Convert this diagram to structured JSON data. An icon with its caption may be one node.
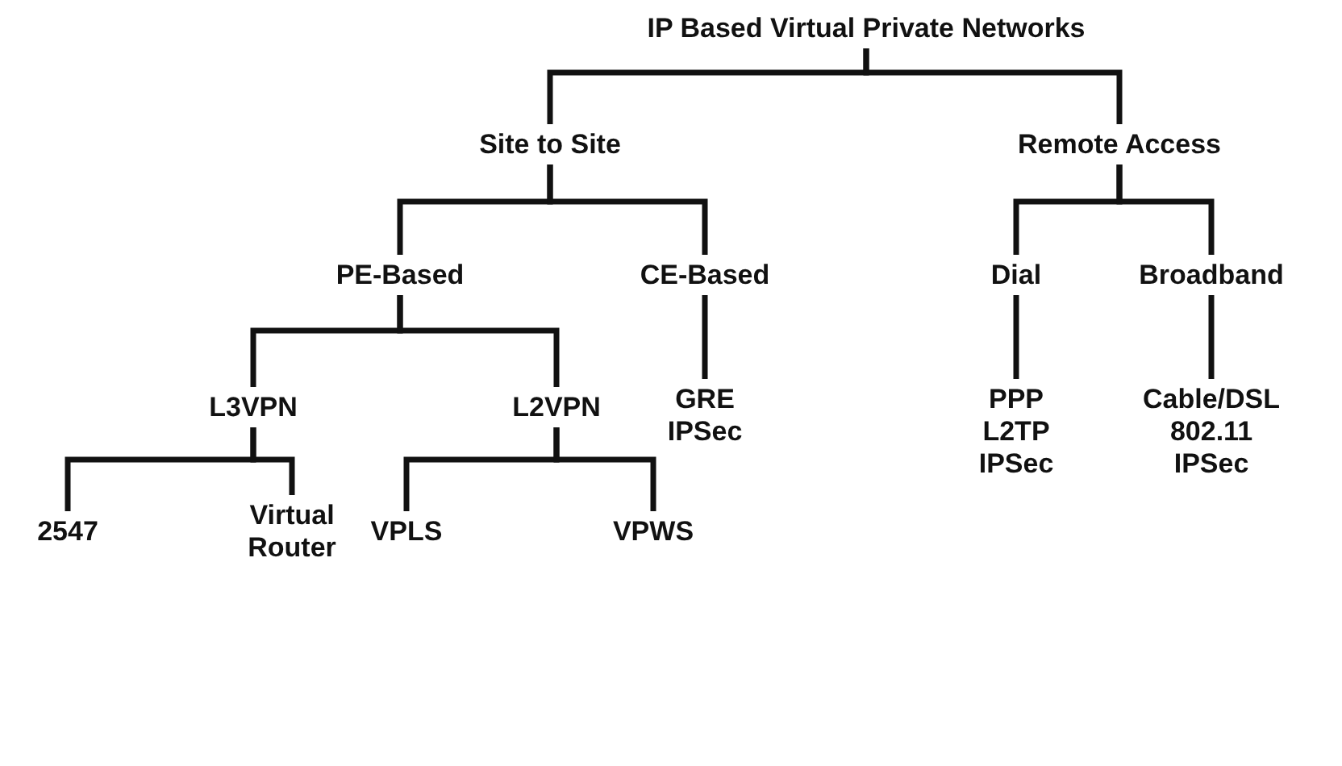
{
  "diagram": {
    "nodes": [
      {
        "text": [
          "IP Based Virtual Private Networks"
        ]
      },
      {
        "text": [
          "Site to Site"
        ]
      },
      {
        "text": [
          "Remote Access"
        ]
      },
      {
        "text": [
          "PE-Based"
        ]
      },
      {
        "text": [
          "CE-Based"
        ]
      },
      {
        "text": [
          "Dial"
        ]
      },
      {
        "text": [
          "Broadband"
        ]
      },
      {
        "text": [
          "L3VPN"
        ]
      },
      {
        "text": [
          "L2VPN"
        ]
      },
      {
        "text": [
          "GRE IPSec"
        ]
      },
      {
        "text": [
          "PPP L2TP IPSec"
        ]
      },
      {
        "text": [
          "Cable/DSL 802.11 IPSec"
        ]
      },
      {
        "text": [
          "2547"
        ]
      },
      {
        "text": [
          "Virtual Router"
        ]
      },
      {
        "text": [
          "VPLS"
        ]
      },
      {
        "text": [
          "VPWS"
        ]
      }
    ],
    "edges": [
      {
        "from": 0,
        "to": 1,
        "arrow": "none"
      },
      {
        "from": 0,
        "to": 2,
        "arrow": "none"
      },
      {
        "from": 1,
        "to": 3,
        "arrow": "none"
      },
      {
        "from": 1,
        "to": 4,
        "arrow": "none"
      },
      {
        "from": 2,
        "to": 5,
        "arrow": "none"
      },
      {
        "from": 2,
        "to": 6,
        "arrow": "none"
      },
      {
        "from": 3,
        "to": 7,
        "arrow": "none"
      },
      {
        "from": 3,
        "to": 8,
        "arrow": "none"
      },
      {
        "from": 4,
        "to": 9,
        "arrow": "none"
      },
      {
        "from": 5,
        "to": 10,
        "arrow": "none"
      },
      {
        "from": 6,
        "to": 11,
        "arrow": "none"
      },
      {
        "from": 7,
        "to": 12,
        "arrow": "none"
      },
      {
        "from": 7,
        "to": 13,
        "arrow": "none"
      },
      {
        "from": 8,
        "to": 14,
        "arrow": "none"
      },
      {
        "from": 8,
        "to": 15,
        "arrow": "none"
      }
    ]
  }
}
